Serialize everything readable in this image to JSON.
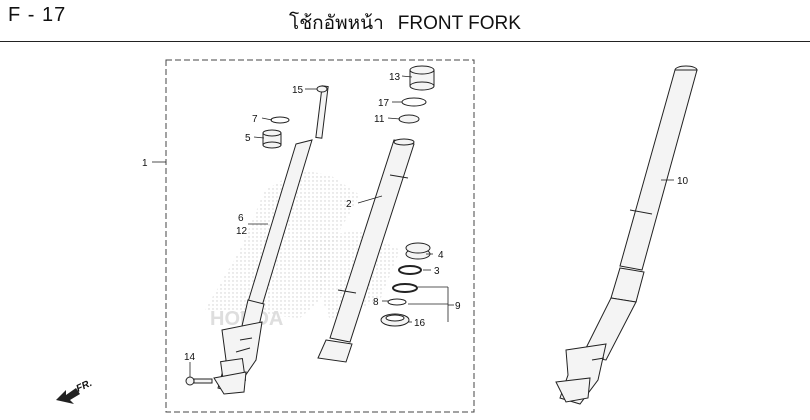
{
  "header": {
    "page_code": "F - 17",
    "title_thai": "โช้กอัพหน้า",
    "title_en": "FRONT FORK"
  },
  "callouts": [
    "1",
    "2",
    "3",
    "4",
    "5",
    "6",
    "7",
    "8",
    "9",
    "10",
    "11",
    "12",
    "13",
    "14",
    "15",
    "16"
  ],
  "direction_marker": "FR.",
  "colors": {
    "line": "#222222",
    "part_fill": "#f4f4f4",
    "watermark": "#cfcfcf"
  }
}
